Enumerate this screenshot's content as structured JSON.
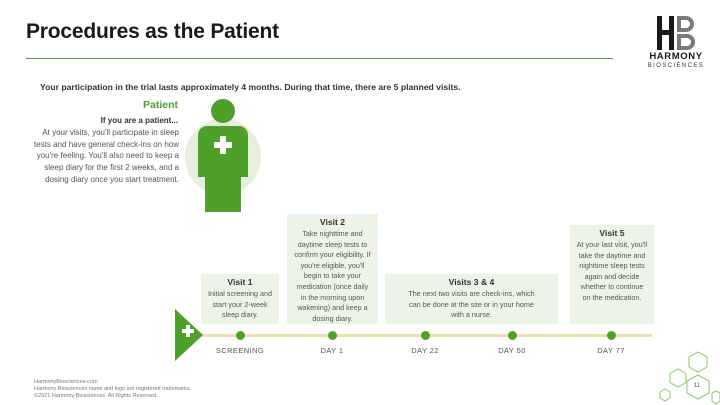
{
  "slide": {
    "title": "Procedures as the Patient",
    "intro": "Your participation in the trial lasts approximately 4 months. During that time, there are 5 planned visits."
  },
  "logo": {
    "name": "HARMONY",
    "sub": "BIOSCIENCES",
    "icon": "harmony-hb-logo-icon"
  },
  "patient": {
    "heading": "Patient",
    "subheading": "If you are a patient...",
    "text": "At your visits, you'll participate in sleep tests and have general check-ins on how you're feeling. You'll also need to keep a sleep diary for the first 2 weeks, and a dosing diary once you start treatment.",
    "icon": "patient-figure-icon"
  },
  "visits": [
    {
      "title": "Visit 1",
      "text": "Initial screening and start your 2-week sleep diary."
    },
    {
      "title": "Visit 2",
      "text": "Take nighttime and daytime sleep tests to confirm your eligibility. If you're eligible, you'll begin to take your medication (once daily in the morning upon wakening) and keep a dosing diary."
    },
    {
      "title": "Visits 3 & 4",
      "text": "The next two visits are check-ins, which can be done at the site or in your home with a nurse."
    },
    {
      "title": "Visit 5",
      "text": "At your last visit, you'll take the daytime and nighttime sleep tests again and decide whether to continue on the medication."
    }
  ],
  "timeline": {
    "labels": [
      "SCREENING",
      "DAY 1",
      "DAY 22",
      "DAY 50",
      "DAY 77"
    ],
    "colors": {
      "accent": "#4ea02a",
      "track": "#eedfae",
      "card": "#eef3e8"
    }
  },
  "footer": {
    "line1": "HarmonyBiosciences.com",
    "line2": "Harmony Biosciences name and logo are registered trademarks.",
    "line3": "©2021 Harmony Biosciences. All Rights Reserved."
  },
  "page_number": "11"
}
